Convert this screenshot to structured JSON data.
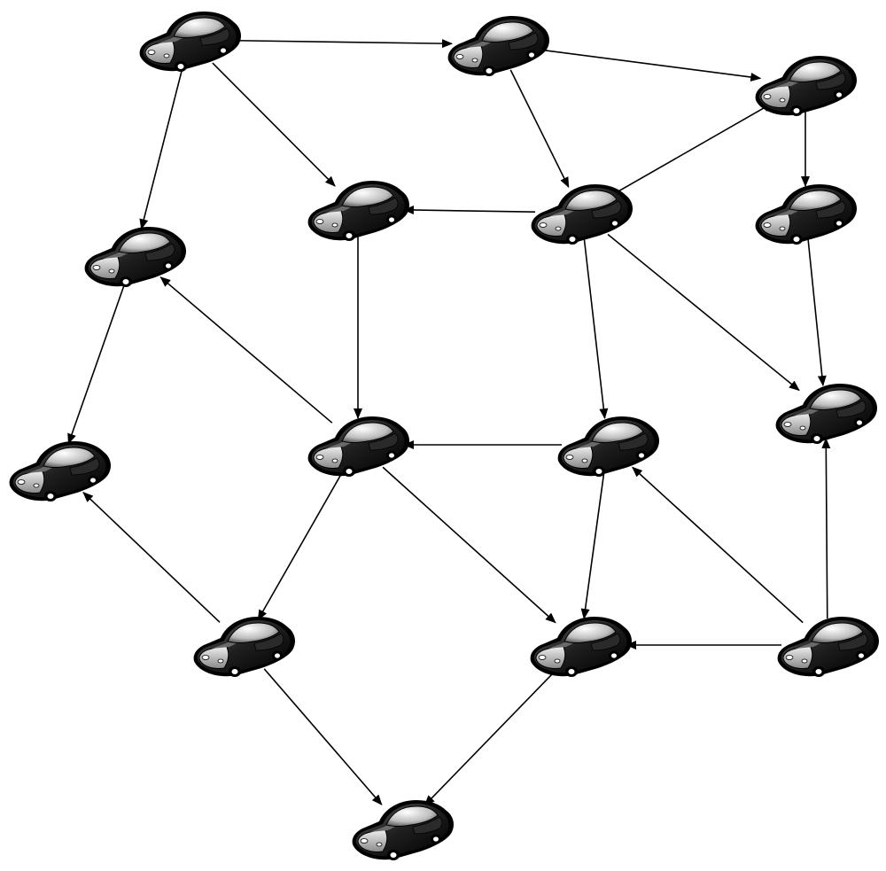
{
  "diagram": {
    "type": "directed-graph",
    "node_icon": "car-icon",
    "colors": {
      "background": "#ffffff",
      "edge": "#000000",
      "car_body": "#1a1a1a",
      "car_window": "#f0f0f0"
    },
    "nodes": [
      "car-1",
      "car-2",
      "car-3",
      "car-4",
      "car-5",
      "car-6",
      "car-7",
      "car-8",
      "car-9",
      "car-10",
      "car-11",
      "car-12",
      "car-13",
      "car-14",
      "car-15",
      "car-16"
    ],
    "edges": [
      {
        "from": "car-1",
        "to": "car-2"
      },
      {
        "from": "car-1",
        "to": "car-4"
      },
      {
        "from": "car-1",
        "to": "car-5"
      },
      {
        "from": "car-2",
        "to": "car-3"
      },
      {
        "from": "car-2",
        "to": "car-6"
      },
      {
        "from": "car-6",
        "to": "car-3"
      },
      {
        "from": "car-3",
        "to": "car-7"
      },
      {
        "from": "car-6",
        "to": "car-5"
      },
      {
        "from": "car-6",
        "to": "car-10"
      },
      {
        "from": "car-6",
        "to": "car-11"
      },
      {
        "from": "car-7",
        "to": "car-11"
      },
      {
        "from": "car-4",
        "to": "car-8"
      },
      {
        "from": "car-5",
        "to": "car-9"
      },
      {
        "from": "car-9",
        "to": "car-4"
      },
      {
        "from": "car-9",
        "to": "car-12"
      },
      {
        "from": "car-9",
        "to": "car-13"
      },
      {
        "from": "car-10",
        "to": "car-9"
      },
      {
        "from": "car-10",
        "to": "car-13"
      },
      {
        "from": "car-12",
        "to": "car-8"
      },
      {
        "from": "car-12",
        "to": "car-15"
      },
      {
        "from": "car-13",
        "to": "car-15"
      },
      {
        "from": "car-14",
        "to": "car-13"
      },
      {
        "from": "car-14",
        "to": "car-10"
      },
      {
        "from": "car-14",
        "to": "car-11"
      }
    ]
  }
}
